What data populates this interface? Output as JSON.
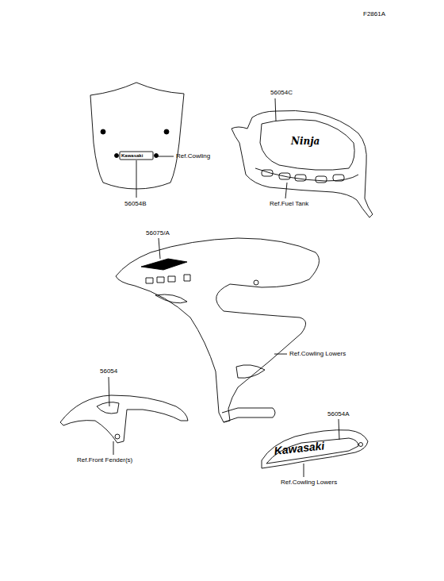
{
  "diagram": {
    "labels": [
      "F2861A",
      "56054C",
      "Ninja",
      "Kawasaki",
      "Ref.Cowling",
      "Ref.Fuel Tank",
      "56054B",
      "56075/A",
      "Ref.Cowling Lowers",
      "56054",
      "56054A",
      "Kawasaki",
      "Ref.Front Fender(s)",
      "Ref.Cowling Lowers"
    ]
  }
}
